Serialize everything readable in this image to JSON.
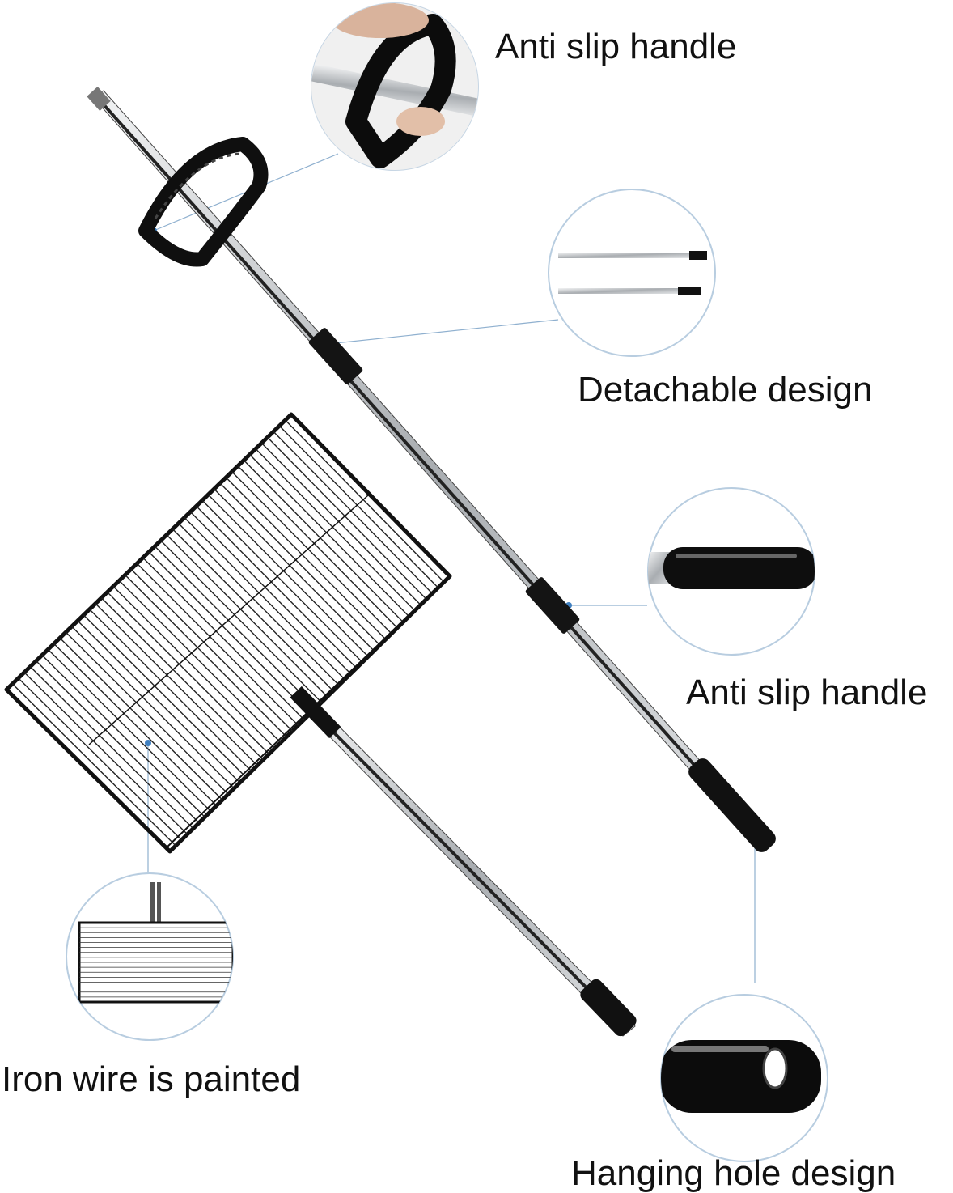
{
  "callouts": {
    "anti_slip_top": "Anti slip handle",
    "detachable": "Detachable design",
    "anti_slip_mid": "Anti slip handle",
    "iron_wire": "Iron wire is painted",
    "hanging_hole": "Hanging hole design"
  },
  "colors": {
    "background": "#ffffff",
    "text": "#111111",
    "pole_silver": "#b9bcbf",
    "grip_black": "#111111",
    "leader_line": "#7fa6c9",
    "circle_border": "#b8cde0"
  },
  "icons": {
    "rake": "rake-grill-basket-illustration",
    "detail_handle": "d-handle-detail",
    "detail_poles": "pole-sections-detail",
    "detail_grip": "foam-grip-detail",
    "detail_basket": "wire-basket-detail",
    "detail_end": "hanging-hole-detail"
  }
}
